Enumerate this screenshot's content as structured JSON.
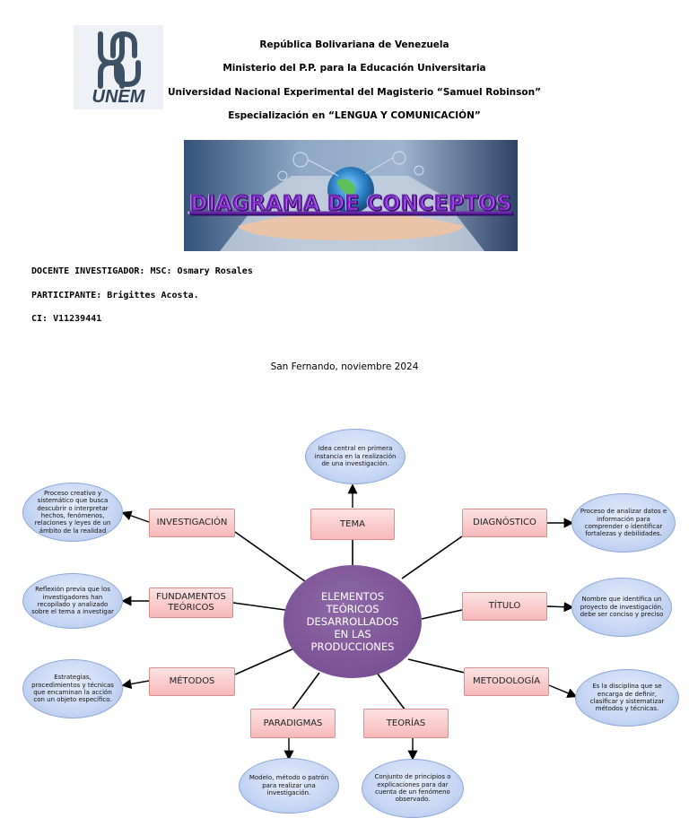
{
  "header": {
    "logo_text": "UNEM",
    "line1": "República Bolivariana de Venezuela",
    "line2": "Ministerio del P.P. para la Educación Universitaria",
    "line3": "Universidad Nacional Experimental del Magisterio “Samuel Robinson”",
    "line4": "Especialización en “LENGUA Y COMUNICACIÓN”"
  },
  "banner": {
    "title": "DIAGRAMA DE CONCEPTOS"
  },
  "meta": {
    "docente": "DOCENTE INVESTIGADOR: MSC: Osmary Rosales",
    "participante": "PARTICIPANTE: Brigittes Acosta.",
    "ci": "CI: V11239441"
  },
  "place_date": "San Fernando, noviembre 2024",
  "diagram": {
    "center": "ELEMENTOS TEÓRICOS DESARROLLADOS EN LAS PRODUCCIONES",
    "concepts": {
      "tema": "TEMA",
      "investigacion": "INVESTIGACIÓN",
      "fundamentos": "FUNDAMENTOS TEÓRICOS",
      "metodos": "MÉTODOS",
      "paradigmas": "PARADIGMAS",
      "teorias": "TEORÍAS",
      "diagnostico": "DIAGNÓSTICO",
      "titulo": "TÍTULO",
      "metodologia": "METODOLOGÍA"
    },
    "definitions": {
      "tema": "Idea central en primera instancia en la realización de una investigación.",
      "investigacion": "Proceso creativo y sistemático que busca descubrir o interpretar hechos, fenómenos, relaciones y leyes de un ámbito de la realidad",
      "fundamentos": "Reflexión previa que los investigadores han recopilado y analizado sobre el tema a investigar",
      "metodos": "Estrategias, procedimientos y técnicas que encaminan la acción con un objeto específico.",
      "paradigmas": "Modelo, método o patrón para realizar una investigación.",
      "teorias": "Conjunto de principios o explicaciones para dar cuenta de un fenómeno observado.",
      "diagnostico": "Proceso de analizar datos e información para comprender o identificar fortalezas y debilidades.",
      "titulo": "Nombre que identifica un proyecto de investigación, debe ser conciso y preciso",
      "metodologia": "Es la disciplina que se encarga de definir, clasificar y sistematizar métodos y técnicas."
    }
  }
}
